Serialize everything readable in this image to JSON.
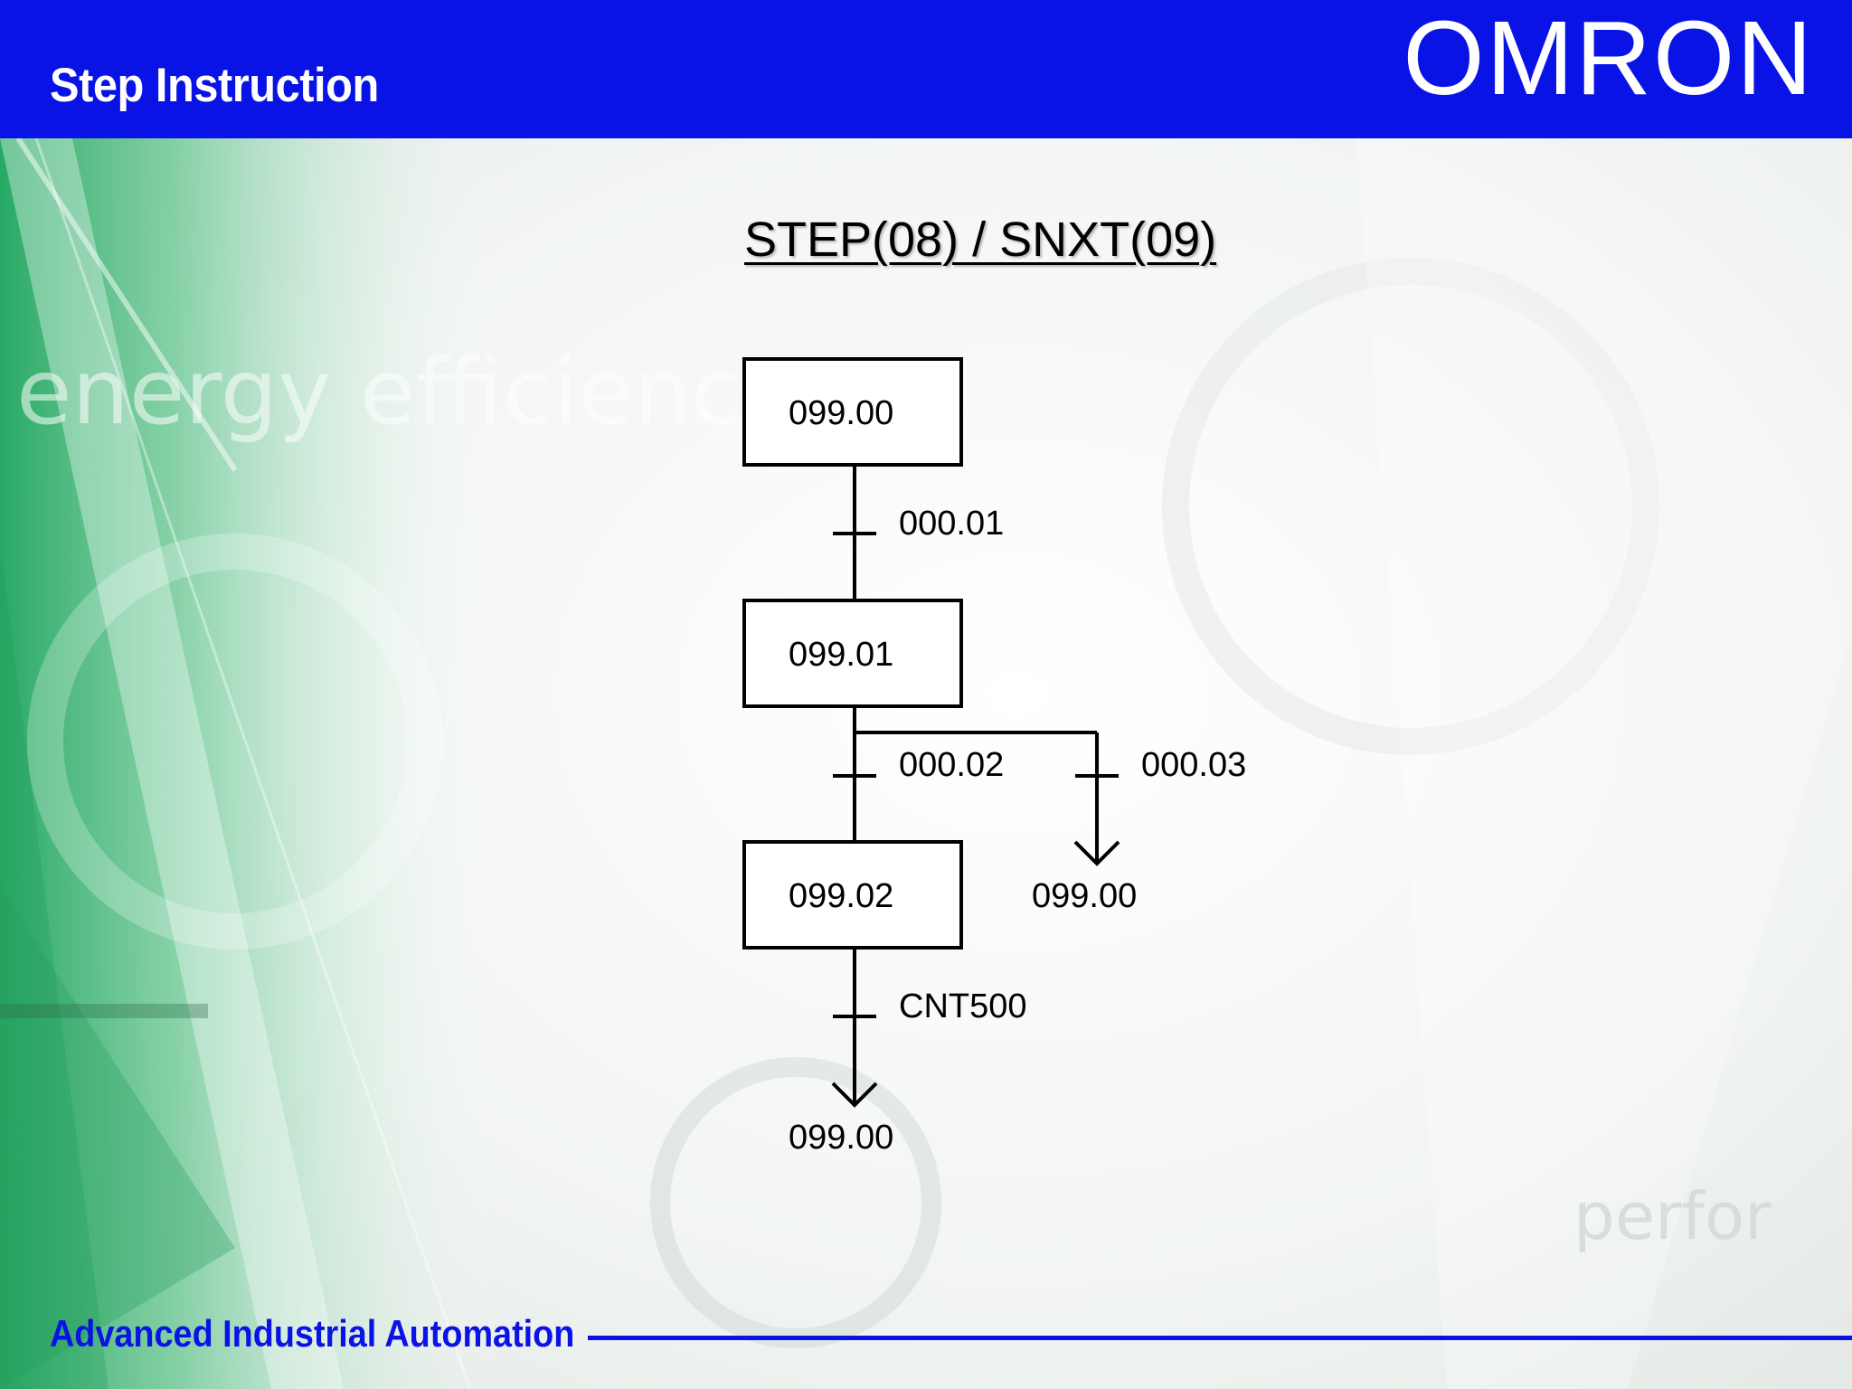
{
  "header": {
    "title": "Step Instruction",
    "brand": "OMRON",
    "bar_color": "#0a13e6"
  },
  "background": {
    "watermark_text": "energy efficiency",
    "watermark_text_right": "perfor"
  },
  "diagram": {
    "title": "STEP(08) / SNXT(09)",
    "steps": [
      "099.00",
      "099.01",
      "099.02"
    ],
    "transitions": {
      "step1_to_step2": "000.01",
      "step2_to_step3": "000.02",
      "step2_branch": "000.03",
      "step3_exit": "CNT500"
    },
    "targets": {
      "branch_target": "099.00",
      "exit_target": "099.00"
    }
  },
  "footer": {
    "text": "Advanced Industrial Automation",
    "color": "#0a13e6"
  }
}
